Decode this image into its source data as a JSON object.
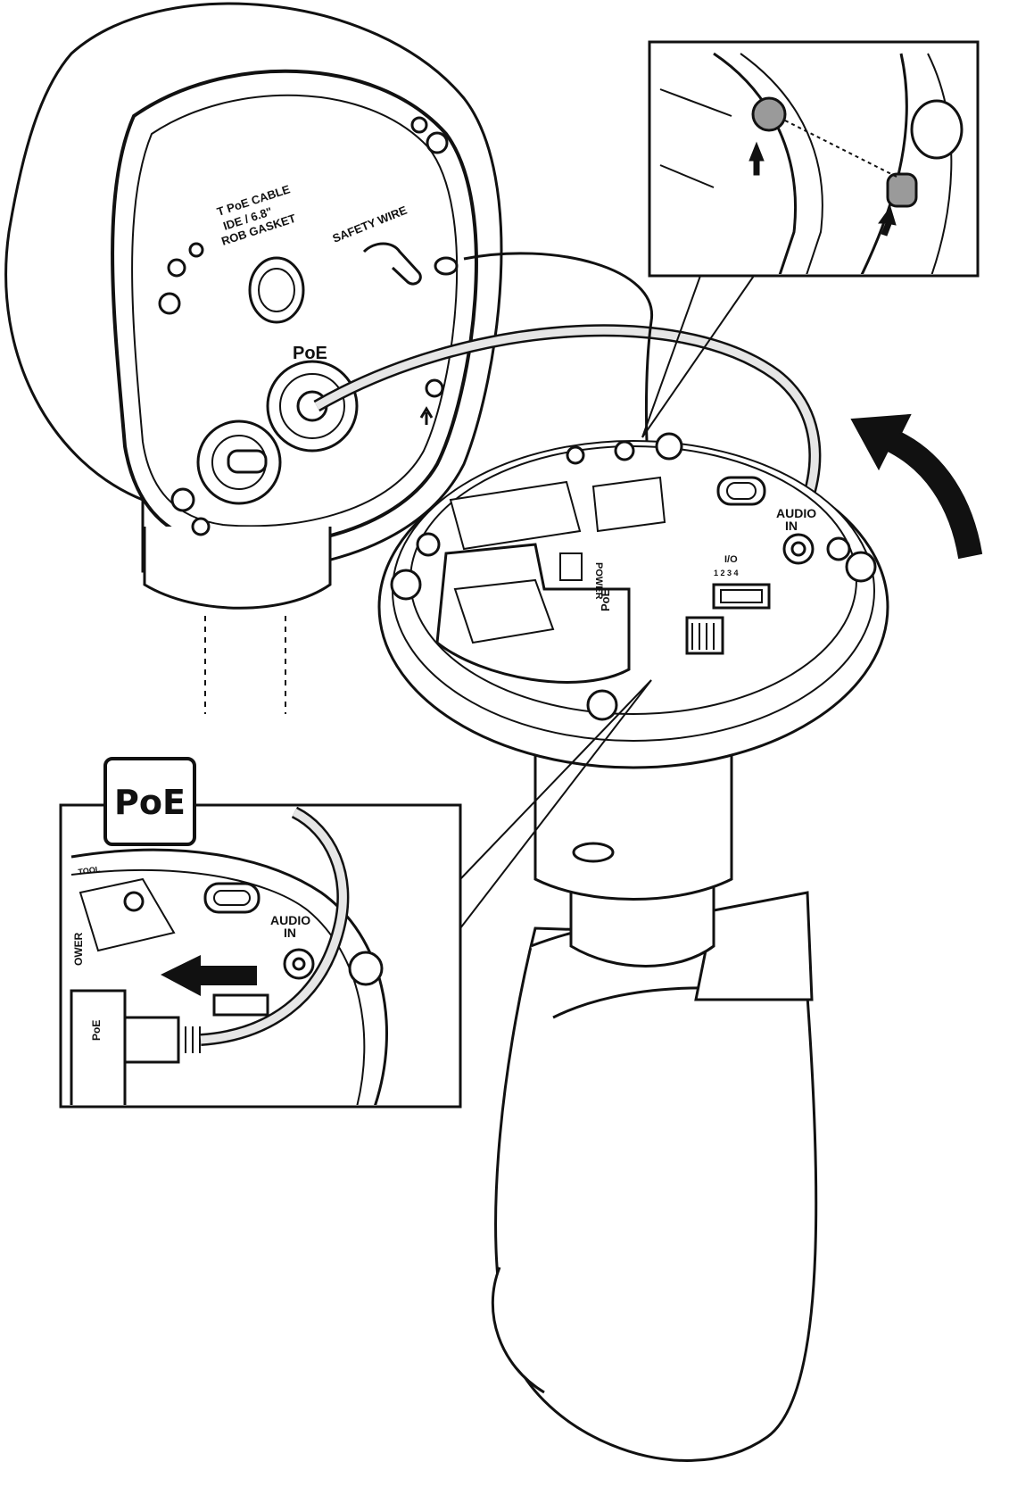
{
  "mount_labels": {
    "cable_gasket_line1": "T PoE CABLE",
    "cable_gasket_line2": "IDE / 6.8\"",
    "cable_gasket_line3": "ROB GASKET",
    "safety_wire": "SAFETY WIRE",
    "poe_port": "PoE"
  },
  "camera_labels": {
    "audio_in_line1": "AUDIO",
    "audio_in_line2": "IN",
    "io_label": "I/O",
    "io_pins": "1 2 3 4",
    "power_label": "POWER",
    "poe_connector": "PoE"
  },
  "detail_inset": {
    "badge": "PoE",
    "audio_in_line1": "AUDIO",
    "audio_in_line2": "IN",
    "power_label": "OWER",
    "poe_connector": "PoE",
    "tool_label": "TOOL"
  },
  "icons": {
    "rotate_arrow": "curved-arrow-icon",
    "push_arrow": "left-arrow-icon",
    "align_arrow": "up-arrow-icon"
  },
  "colors": {
    "line": "#111111",
    "cable": "#e6e6e6",
    "pin_grey": "#9a9a9a"
  }
}
